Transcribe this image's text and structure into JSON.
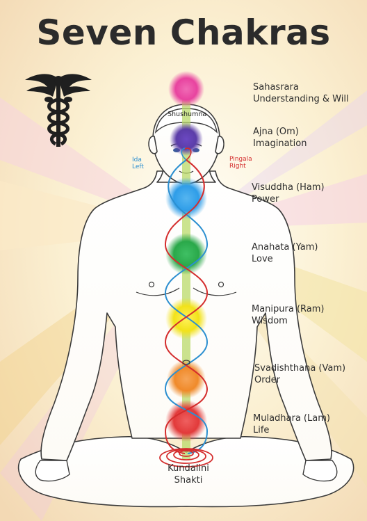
{
  "poster": {
    "title": "Seven Chakras"
  },
  "chakras": [
    {
      "name": "Sahasrara",
      "meaning": "Understanding & Will",
      "color": "#e8439f"
    },
    {
      "name": "Ajna (Om)",
      "meaning": "Imagination",
      "color": "#5b3da8"
    },
    {
      "name": "Visuddha (Ham)",
      "meaning": "Power",
      "color": "#2f9de8"
    },
    {
      "name": "Anahata (Yam)",
      "meaning": "Love",
      "color": "#2aa84a"
    },
    {
      "name": "Manipura (Ram)",
      "meaning": "Wisdom",
      "color": "#f2e21a"
    },
    {
      "name": "Svadishthana (Vam)",
      "meaning": "Order",
      "color": "#f08a2a"
    },
    {
      "name": "Muladhara (Lam)",
      "meaning": "Life",
      "color": "#e23a3a"
    }
  ],
  "channels": {
    "shushumna": "Shushumna",
    "ida_name": "Ida",
    "ida_side": "Left",
    "pingala_name": "Pingala",
    "pingala_side": "Right"
  },
  "kundalini": {
    "line1": "Kundalini",
    "line2": "Shakti"
  },
  "colors": {
    "ida": "#2c8fd0",
    "pingala": "#d42d2d",
    "central_channel": "#b9d96a",
    "outline": "#3a3a3a"
  },
  "icons": [
    "caduceus-icon"
  ]
}
